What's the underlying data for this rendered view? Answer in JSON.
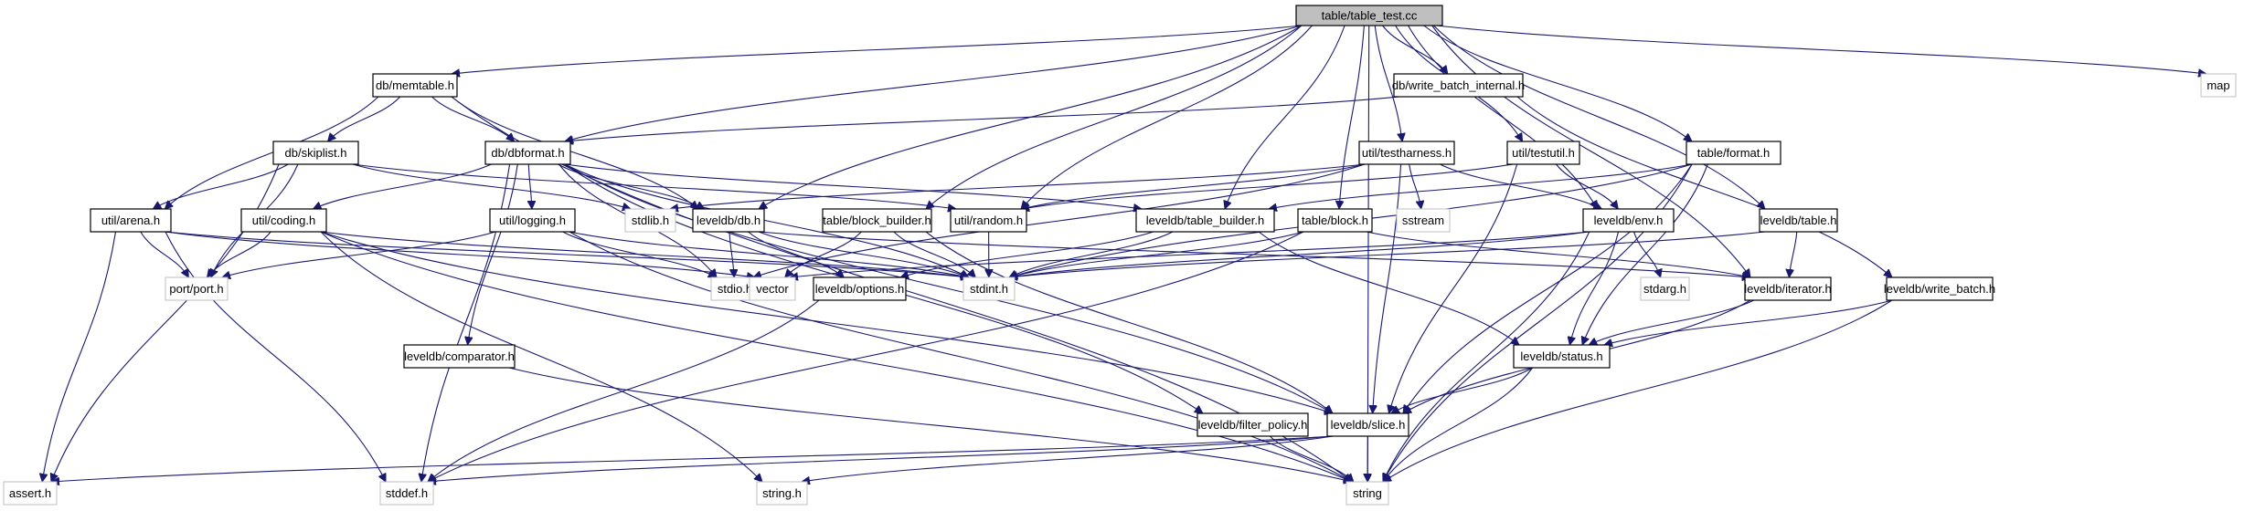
{
  "title": "table/table_test.cc",
  "colors": {
    "edge": "#191970",
    "root_fill": "#bfbfbf",
    "node_fill": "#ffffff",
    "node_border": "#000000",
    "external_border": "#bfbfbf"
  },
  "nodes": [
    {
      "id": "root",
      "label": "table/table_test.cc",
      "kind": "root"
    },
    {
      "id": "memtable",
      "label": "db/memtable.h",
      "kind": "internal"
    },
    {
      "id": "write_batch_internal",
      "label": "db/write_batch_internal.h",
      "kind": "internal"
    },
    {
      "id": "map",
      "label": "map",
      "kind": "external"
    },
    {
      "id": "skiplist",
      "label": "db/skiplist.h",
      "kind": "internal"
    },
    {
      "id": "dbformat",
      "label": "db/dbformat.h",
      "kind": "internal"
    },
    {
      "id": "testharness",
      "label": "util/testharness.h",
      "kind": "internal"
    },
    {
      "id": "testutil",
      "label": "util/testutil.h",
      "kind": "internal"
    },
    {
      "id": "format",
      "label": "table/format.h",
      "kind": "internal"
    },
    {
      "id": "arena",
      "label": "util/arena.h",
      "kind": "internal"
    },
    {
      "id": "coding",
      "label": "util/coding.h",
      "kind": "internal"
    },
    {
      "id": "logging",
      "label": "util/logging.h",
      "kind": "internal"
    },
    {
      "id": "stdlib",
      "label": "stdlib.h",
      "kind": "external"
    },
    {
      "id": "db",
      "label": "leveldb/db.h",
      "kind": "internal"
    },
    {
      "id": "block_builder",
      "label": "table/block_builder.h",
      "kind": "internal"
    },
    {
      "id": "random",
      "label": "util/random.h",
      "kind": "internal"
    },
    {
      "id": "table_builder",
      "label": "leveldb/table_builder.h",
      "kind": "internal"
    },
    {
      "id": "block",
      "label": "table/block.h",
      "kind": "internal"
    },
    {
      "id": "sstream",
      "label": "sstream",
      "kind": "external"
    },
    {
      "id": "env",
      "label": "leveldb/env.h",
      "kind": "internal"
    },
    {
      "id": "table",
      "label": "leveldb/table.h",
      "kind": "internal"
    },
    {
      "id": "port",
      "label": "port/port.h",
      "kind": "external"
    },
    {
      "id": "stdio",
      "label": "stdio.h",
      "kind": "external"
    },
    {
      "id": "vector",
      "label": "vector",
      "kind": "external"
    },
    {
      "id": "options",
      "label": "leveldb/options.h",
      "kind": "internal"
    },
    {
      "id": "stdint",
      "label": "stdint.h",
      "kind": "external"
    },
    {
      "id": "stdarg",
      "label": "stdarg.h",
      "kind": "external"
    },
    {
      "id": "iterator",
      "label": "leveldb/iterator.h",
      "kind": "internal"
    },
    {
      "id": "write_batch",
      "label": "leveldb/write_batch.h",
      "kind": "internal"
    },
    {
      "id": "comparator",
      "label": "leveldb/comparator.h",
      "kind": "internal"
    },
    {
      "id": "status",
      "label": "leveldb/status.h",
      "kind": "internal"
    },
    {
      "id": "filter_policy",
      "label": "leveldb/filter_policy.h",
      "kind": "internal"
    },
    {
      "id": "slice",
      "label": "leveldb/slice.h",
      "kind": "internal"
    },
    {
      "id": "assert",
      "label": "assert.h",
      "kind": "external"
    },
    {
      "id": "stddef",
      "label": "stddef.h",
      "kind": "external"
    },
    {
      "id": "string_h",
      "label": "string.h",
      "kind": "external"
    },
    {
      "id": "string",
      "label": "string",
      "kind": "external"
    }
  ],
  "edges": [
    [
      "root",
      "memtable"
    ],
    [
      "root",
      "dbformat"
    ],
    [
      "root",
      "write_batch_internal"
    ],
    [
      "root",
      "map"
    ],
    [
      "root",
      "testharness"
    ],
    [
      "root",
      "testutil"
    ],
    [
      "root",
      "format"
    ],
    [
      "root",
      "db"
    ],
    [
      "root",
      "block_builder"
    ],
    [
      "root",
      "random"
    ],
    [
      "root",
      "table_builder"
    ],
    [
      "root",
      "block"
    ],
    [
      "root",
      "env"
    ],
    [
      "root",
      "table"
    ],
    [
      "root",
      "iterator"
    ],
    [
      "root",
      "string"
    ],
    [
      "memtable",
      "skiplist"
    ],
    [
      "memtable",
      "dbformat"
    ],
    [
      "memtable",
      "arena"
    ],
    [
      "memtable",
      "db"
    ],
    [
      "memtable",
      "string"
    ],
    [
      "write_batch_internal",
      "dbformat"
    ],
    [
      "write_batch_internal",
      "write_batch"
    ],
    [
      "skiplist",
      "arena"
    ],
    [
      "skiplist",
      "port"
    ],
    [
      "skiplist",
      "assert"
    ],
    [
      "skiplist",
      "stdlib"
    ],
    [
      "skiplist",
      "random"
    ],
    [
      "dbformat",
      "coding"
    ],
    [
      "dbformat",
      "logging"
    ],
    [
      "dbformat",
      "db"
    ],
    [
      "dbformat",
      "comparator"
    ],
    [
      "dbformat",
      "table_builder"
    ],
    [
      "dbformat",
      "stdio"
    ],
    [
      "dbformat",
      "slice"
    ],
    [
      "dbformat",
      "filter_policy"
    ],
    [
      "dbformat",
      "stddef"
    ],
    [
      "dbformat",
      "stdint"
    ],
    [
      "testharness",
      "stdlib"
    ],
    [
      "testharness",
      "stdio"
    ],
    [
      "testharness",
      "sstream"
    ],
    [
      "testharness",
      "env"
    ],
    [
      "testharness",
      "slice"
    ],
    [
      "testharness",
      "random"
    ],
    [
      "testutil",
      "env"
    ],
    [
      "testutil",
      "slice"
    ],
    [
      "testutil",
      "random"
    ],
    [
      "format",
      "table_builder"
    ],
    [
      "format",
      "status"
    ],
    [
      "format",
      "slice"
    ],
    [
      "format",
      "stdint"
    ],
    [
      "format",
      "string"
    ],
    [
      "arena",
      "port"
    ],
    [
      "arena",
      "assert"
    ],
    [
      "arena",
      "stddef"
    ],
    [
      "arena",
      "stdint"
    ],
    [
      "arena",
      "vector"
    ],
    [
      "coding",
      "port"
    ],
    [
      "coding",
      "slice"
    ],
    [
      "coding",
      "stdint"
    ],
    [
      "coding",
      "string_h"
    ],
    [
      "coding",
      "string"
    ],
    [
      "logging",
      "port"
    ],
    [
      "logging",
      "stdio"
    ],
    [
      "logging",
      "stdint"
    ],
    [
      "logging",
      "string"
    ],
    [
      "db",
      "stdio"
    ],
    [
      "db",
      "stdint"
    ],
    [
      "db",
      "options"
    ],
    [
      "db",
      "iterator"
    ],
    [
      "block_builder",
      "vector"
    ],
    [
      "block_builder",
      "stdint"
    ],
    [
      "block_builder",
      "slice"
    ],
    [
      "random",
      "stdint"
    ],
    [
      "table_builder",
      "stdint"
    ],
    [
      "table_builder",
      "options"
    ],
    [
      "table_builder",
      "status"
    ],
    [
      "block",
      "stddef"
    ],
    [
      "block",
      "stdint"
    ],
    [
      "block",
      "iterator"
    ],
    [
      "env",
      "stdarg"
    ],
    [
      "env",
      "stdint"
    ],
    [
      "env",
      "vector"
    ],
    [
      "env",
      "status"
    ],
    [
      "env",
      "string"
    ],
    [
      "table",
      "stdint"
    ],
    [
      "table",
      "iterator"
    ],
    [
      "options",
      "stddef"
    ],
    [
      "iterator",
      "slice"
    ],
    [
      "iterator",
      "status"
    ],
    [
      "write_batch",
      "status"
    ],
    [
      "write_batch",
      "string"
    ],
    [
      "comparator",
      "string"
    ],
    [
      "status",
      "slice"
    ],
    [
      "status",
      "string"
    ],
    [
      "filter_policy",
      "string"
    ],
    [
      "slice",
      "assert"
    ],
    [
      "slice",
      "stddef"
    ],
    [
      "slice",
      "string_h"
    ],
    [
      "slice",
      "string"
    ]
  ]
}
